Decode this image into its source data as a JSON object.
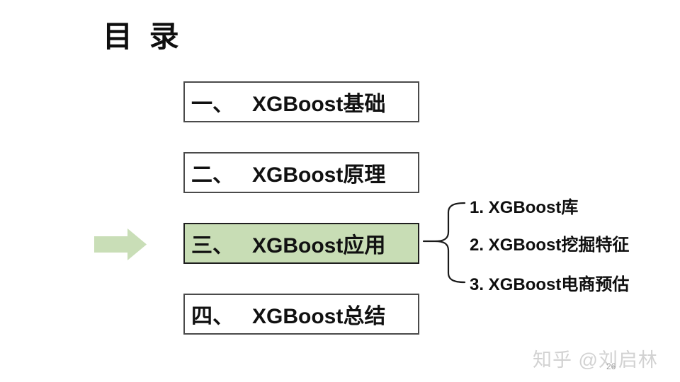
{
  "page": {
    "title": "目 录",
    "watermark": "知乎 @刘启林",
    "page_number": "26"
  },
  "toc": {
    "items": [
      {
        "number": "一、",
        "label": "XGBoost基础",
        "highlighted": false
      },
      {
        "number": "二、",
        "label": "XGBoost原理",
        "highlighted": false
      },
      {
        "number": "三、",
        "label": "XGBoost应用",
        "highlighted": true
      },
      {
        "number": "四、",
        "label": "XGBoost总结",
        "highlighted": false
      }
    ]
  },
  "expansion": {
    "items": [
      "1. XGBoost库",
      "2. XGBoost挖掘特征",
      "3. XGBoost电商预估"
    ]
  },
  "colors": {
    "highlight_fill": "#c8ddb5",
    "arrow_fill": "#c9deb7",
    "brace_stroke": "#1a1a1a",
    "box_border": "#4a4a4a",
    "text": "#111111",
    "watermark": "#d2d2d2"
  }
}
